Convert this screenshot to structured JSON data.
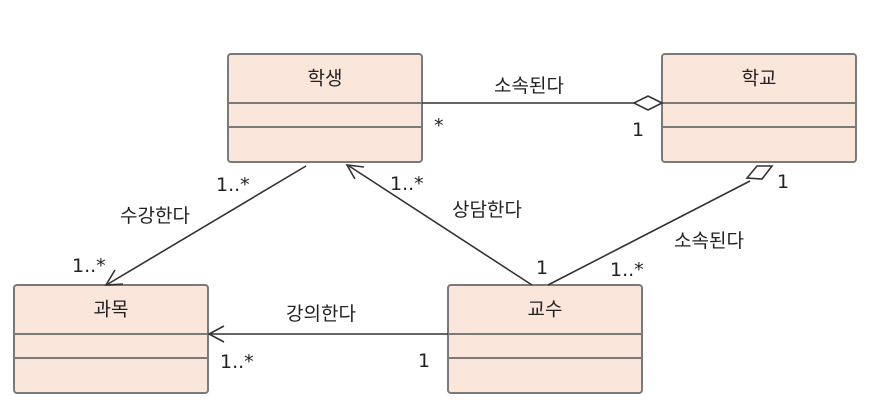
{
  "classes": {
    "student": "학생",
    "school": "학교",
    "course": "과목",
    "professor": "교수"
  },
  "associations": {
    "student_school": {
      "label": "소속된다",
      "student_mult": "*",
      "school_mult": "1"
    },
    "professor_school": {
      "label": "소속된다",
      "school_mult": "1",
      "professor_mult": "1..*"
    },
    "student_course": {
      "label": "수강한다",
      "student_mult": "1..*",
      "course_mult": "1..*"
    },
    "professor_student": {
      "label": "상담한다",
      "student_mult": "1..*",
      "professor_mult": "1"
    },
    "professor_course": {
      "label": "강의한다",
      "course_mult": "1..*",
      "professor_mult": "1"
    }
  }
}
